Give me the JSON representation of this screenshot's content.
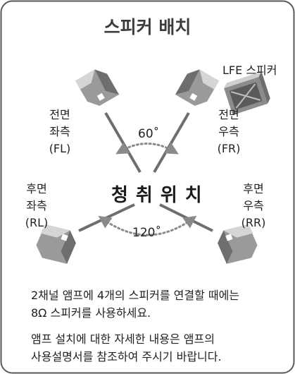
{
  "title": "스피커 배치",
  "lfe_label": "LFE 스피커",
  "speakers": {
    "front_left": {
      "line1": "전면",
      "line2": "좌측",
      "line3": "(FL)"
    },
    "front_right": {
      "line1": "전면",
      "line2": "우측",
      "line3": "(FR)"
    },
    "rear_left": {
      "line1": "후면",
      "line2": "좌측",
      "line3": "(RL)"
    },
    "rear_right": {
      "line1": "후면",
      "line2": "우측",
      "line3": "(RR)"
    }
  },
  "angles": {
    "front": "60˚",
    "rear": "120˚"
  },
  "listening_position": "청취위치",
  "notes": {
    "line1": "2채널 앰프에 4개의 스피커를 연결할 때에는",
    "line2": "8Ω 스피커를 사용하세요.",
    "line3": "앰프 설치에 대한 자세한 내용은 앰프의",
    "line4": "사용설명서를 참조하여 주시기 바랍니다."
  },
  "colors": {
    "border": "#5a5a5a",
    "speaker_dark": "#6e6e6e",
    "speaker_mid": "#9a9a9a",
    "speaker_light": "#cfcfcf",
    "dotted_arc": "#8a8a8a"
  },
  "icons": {
    "speaker": "speaker-box-icon",
    "subwoofer": "tv-subwoofer-icon",
    "arc": "dotted-double-arrow"
  }
}
